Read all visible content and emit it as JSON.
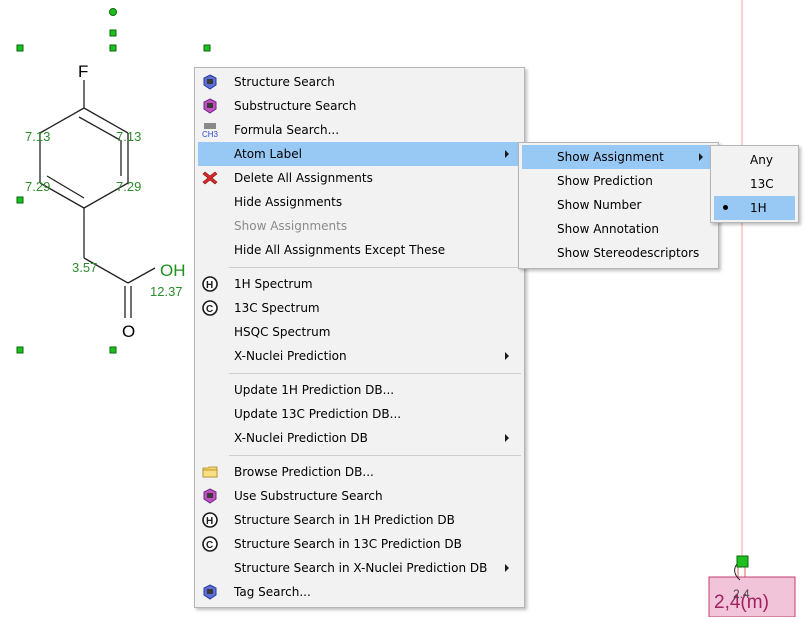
{
  "colors": {
    "menu_bg": "#f2f2f2",
    "highlight": "#98c8f4",
    "assignment_green": "#2e8b2e",
    "handle_green": "#1fbf1f",
    "peak_label_fill": "#e9b8d0",
    "peak_label_border": "#c04070"
  },
  "molecule": {
    "atom_f": "F",
    "atom_oh": "OH",
    "atom_o": "O",
    "shift_c2": "7.13",
    "shift_c6": "7.13",
    "shift_c3": "7.29",
    "shift_c5": "7.29",
    "shift_ch2": "3.57",
    "shift_oh": "12.37"
  },
  "spectrum": {
    "peak_label": "2,4(m)",
    "peak_overlay": "2.4"
  },
  "context_menu": {
    "items": [
      {
        "label": "Structure Search",
        "icon": "binoculars-structure-icon"
      },
      {
        "label": "Substructure Search",
        "icon": "binoculars-substructure-icon"
      },
      {
        "label": "Formula Search...",
        "icon": "formula-search-icon"
      },
      {
        "label": "Atom Label",
        "submenu": true,
        "highlighted": true
      },
      {
        "label": "Delete All Assignments",
        "icon": "delete-assignments-icon"
      },
      {
        "label": "Hide Assignments"
      },
      {
        "label": "Show Assignments",
        "disabled": true
      },
      {
        "label": "Hide All Assignments Except These"
      },
      {
        "label": "1H Spectrum",
        "icon": "h-nucleus-icon"
      },
      {
        "label": "13C Spectrum",
        "icon": "c-nucleus-icon"
      },
      {
        "label": "HSQC Spectrum"
      },
      {
        "label": "X-Nuclei Prediction",
        "submenu": true
      },
      {
        "label": "Update 1H Prediction DB..."
      },
      {
        "label": "Update 13C Prediction DB..."
      },
      {
        "label": "X-Nuclei Prediction DB",
        "submenu": true
      },
      {
        "label": "Browse Prediction DB...",
        "icon": "folder-icon"
      },
      {
        "label": "Use Substructure Search",
        "icon": "binoculars-substructure-icon"
      },
      {
        "label": "Structure Search in 1H Prediction DB",
        "icon": "h-nucleus-icon"
      },
      {
        "label": "Structure Search in 13C Prediction DB",
        "icon": "c-nucleus-icon"
      },
      {
        "label": "Structure Search in X-Nuclei Prediction DB",
        "submenu": true
      },
      {
        "label": "Tag Search...",
        "icon": "binoculars-tag-icon"
      }
    ]
  },
  "atom_label_submenu": {
    "items": [
      {
        "label": "Show Assignment",
        "submenu": true,
        "highlighted": true
      },
      {
        "label": "Show Prediction"
      },
      {
        "label": "Show Number"
      },
      {
        "label": "Show Annotation"
      },
      {
        "label": "Show Stereodescriptors"
      }
    ]
  },
  "show_assignment_submenu": {
    "items": [
      {
        "label": "Any"
      },
      {
        "label": "13C"
      },
      {
        "label": "1H",
        "selected": true
      }
    ]
  }
}
